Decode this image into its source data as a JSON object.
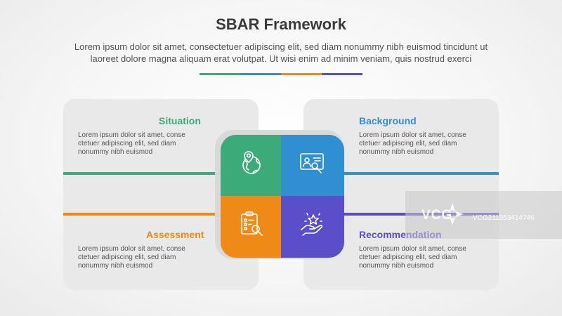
{
  "header": {
    "title": "SBAR Framework",
    "subtitle_line1": "Lorem ipsum dolor sit amet, consectetuer adipiscing elit, sed diam nonummy nibh euismod tincidunt ut",
    "subtitle_line2": "laoreet dolore magna aliquam erat volutpat. Ut wisi enim ad minim veniam, quis nostrud exerci"
  },
  "colors": {
    "situation": "#3daa7a",
    "background": "#2f8fd1",
    "assessment": "#f08a16",
    "recommendation": "#5a4fc9"
  },
  "sections": {
    "situation": {
      "heading": "Situation",
      "line1": "Lorem ipsum dolor sit amet, conse",
      "line2": "ctetuer adipiscing elit, sed diam",
      "line3": "nonummy nibh euismod",
      "icon": "globe-location-pin-icon"
    },
    "background": {
      "heading": "Background",
      "line1": "Lorem ipsum dolor sit amet, conse",
      "line2": "ctetuer adipiscing elit, sed diam",
      "line3": "nonummy nibh euismod",
      "icon": "profile-search-icon"
    },
    "assessment": {
      "heading": "Assessment",
      "line1": "Lorem ipsum dolor sit amet, conse",
      "line2": "ctetuer adipiscing elit, sed diam",
      "line3": "nonummy nibh euismod",
      "icon": "clipboard-search-icon"
    },
    "recommendation": {
      "heading": "Recommendation",
      "line1": "Lorem ipsum dolor sit amet, conse",
      "line2": "ctetuer adipiscing elit, sed diam",
      "line3": "nonummy nibh euismod",
      "icon": "hand-star-icon"
    }
  },
  "watermark": {
    "brand": "VCG",
    "id": "VCG211553414746"
  }
}
